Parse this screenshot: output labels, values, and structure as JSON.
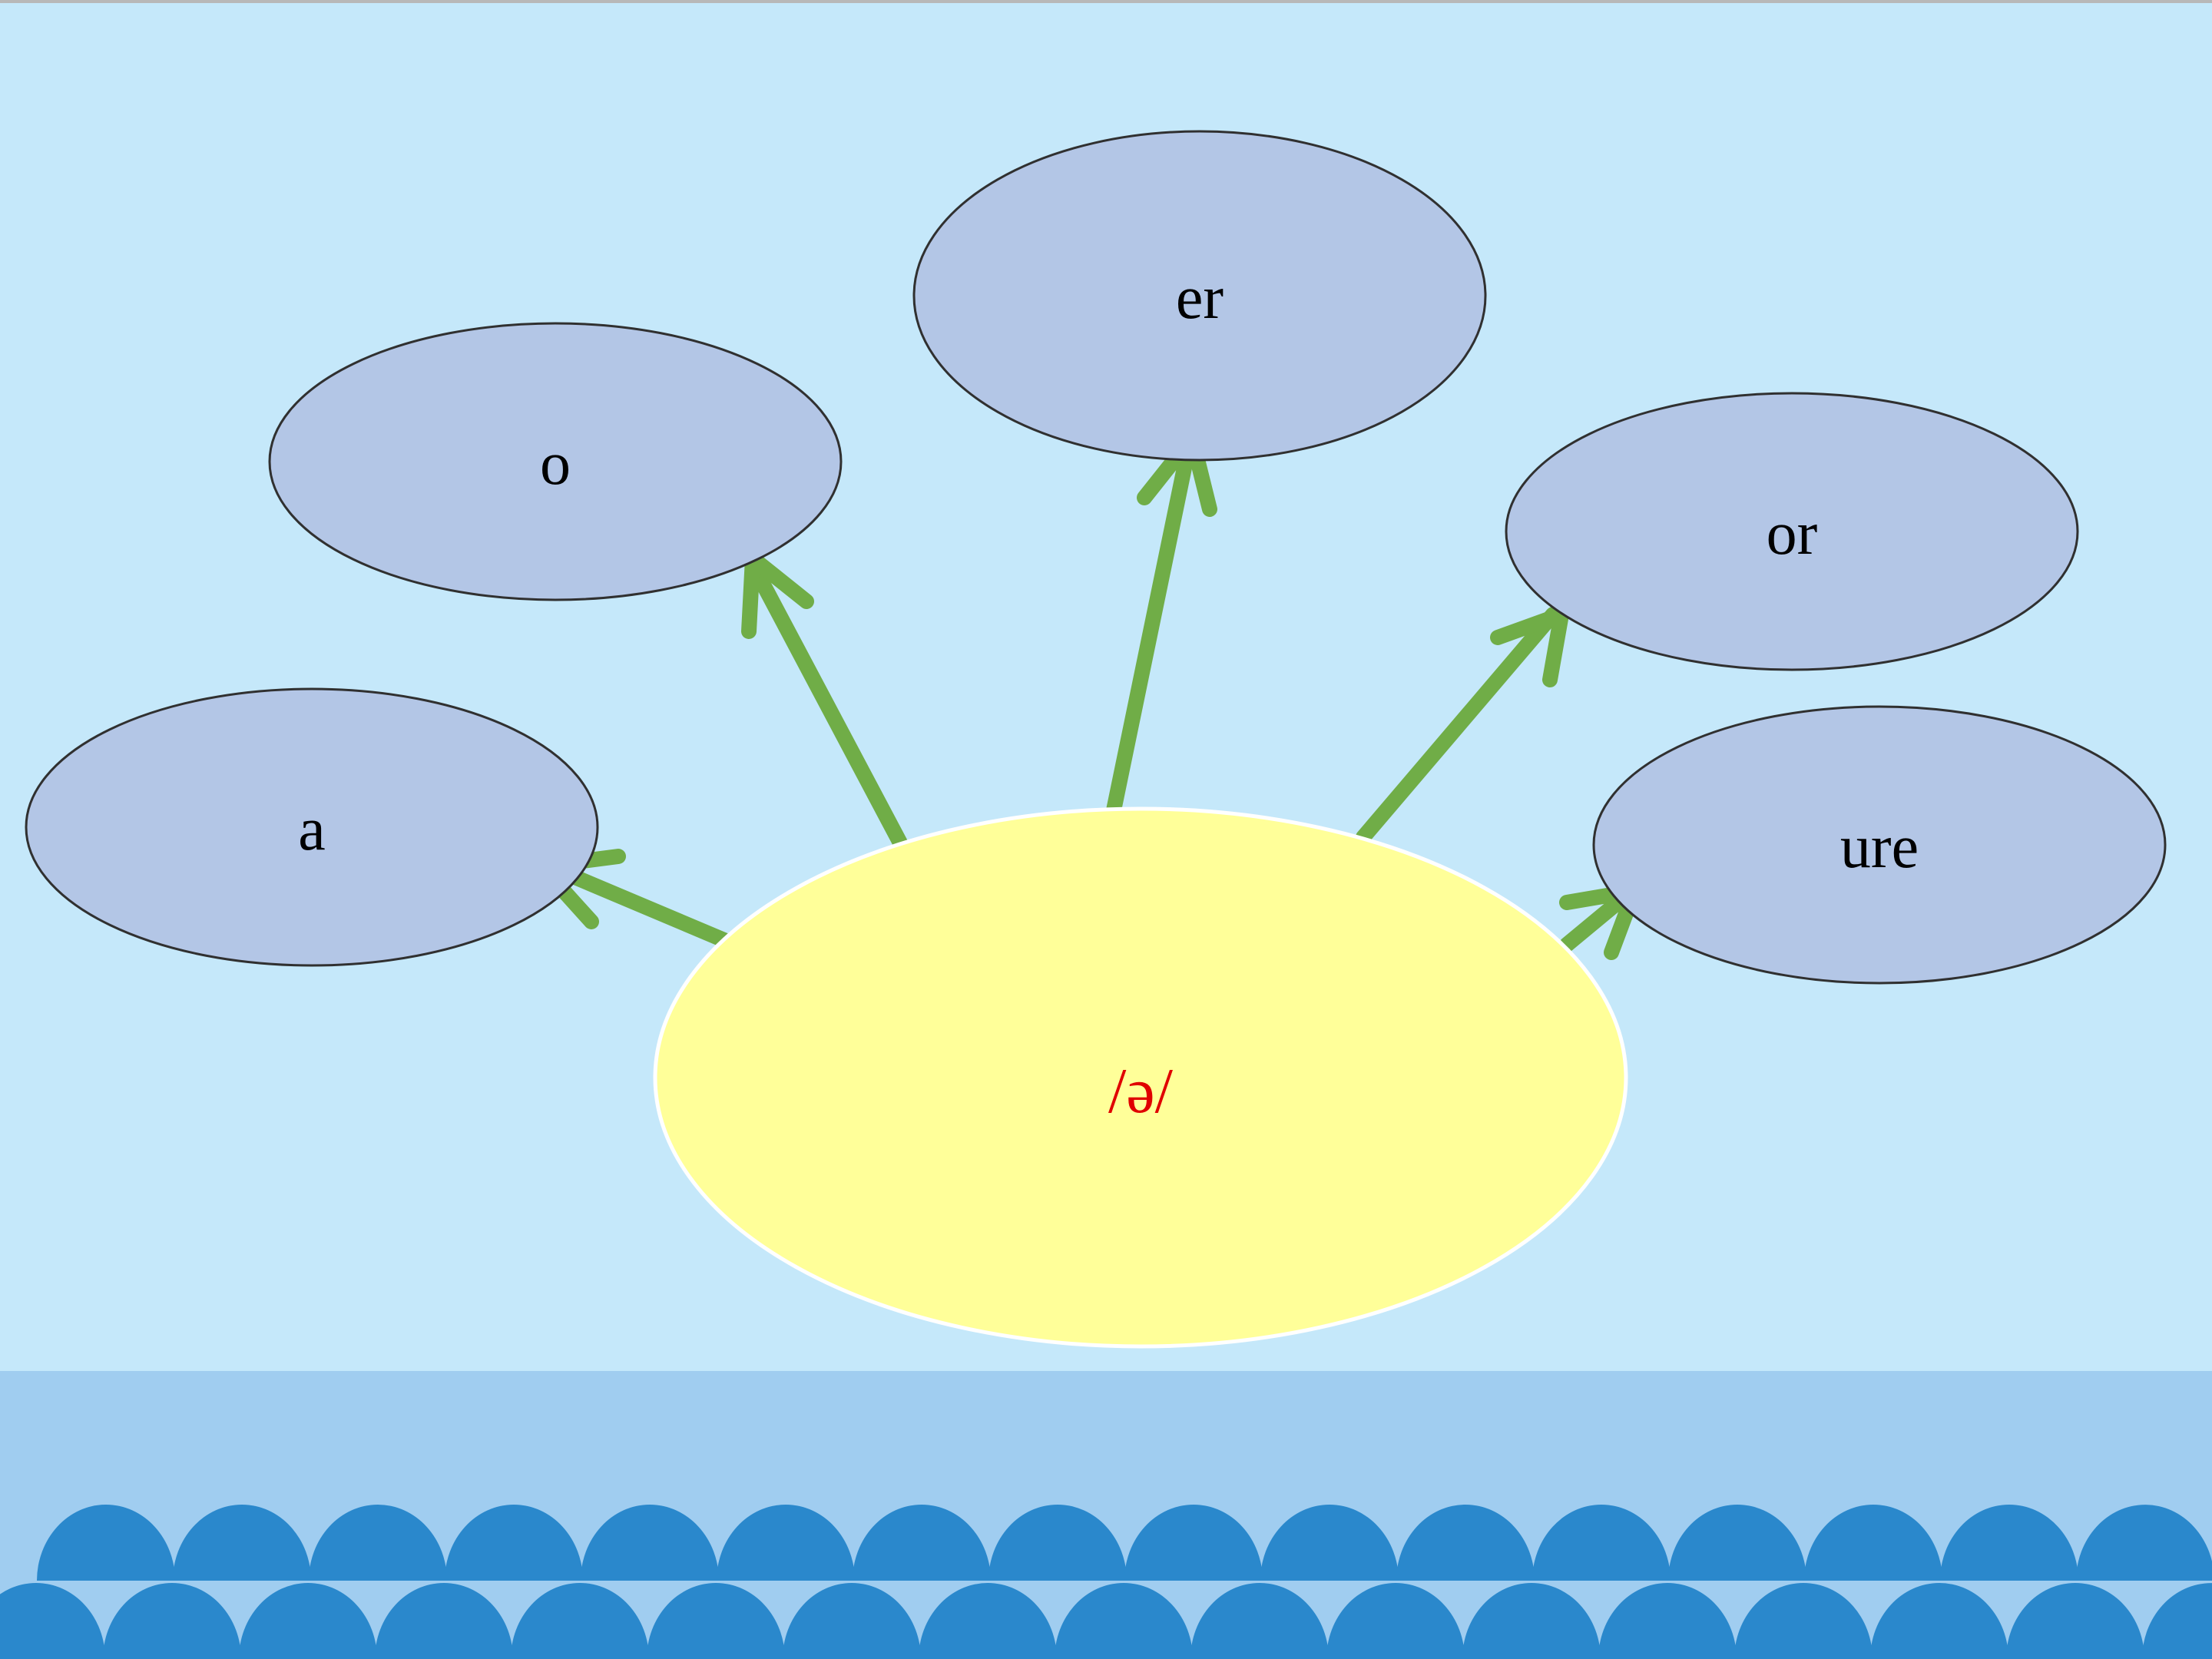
{
  "diagram": {
    "center": {
      "label": "/ə/",
      "fill": "#ffff99",
      "text_color": "#e00000"
    },
    "spelling_nodes": [
      {
        "label": "a"
      },
      {
        "label": "o"
      },
      {
        "label": "er"
      },
      {
        "label": "or"
      },
      {
        "label": "ure"
      }
    ],
    "node_fill": "#b3c6e6",
    "arrow_color": "#70ad47"
  },
  "theme": {
    "sky": "#c5e8fa",
    "sea_band": "#a0cdf0",
    "waves": "#2a88cc"
  }
}
